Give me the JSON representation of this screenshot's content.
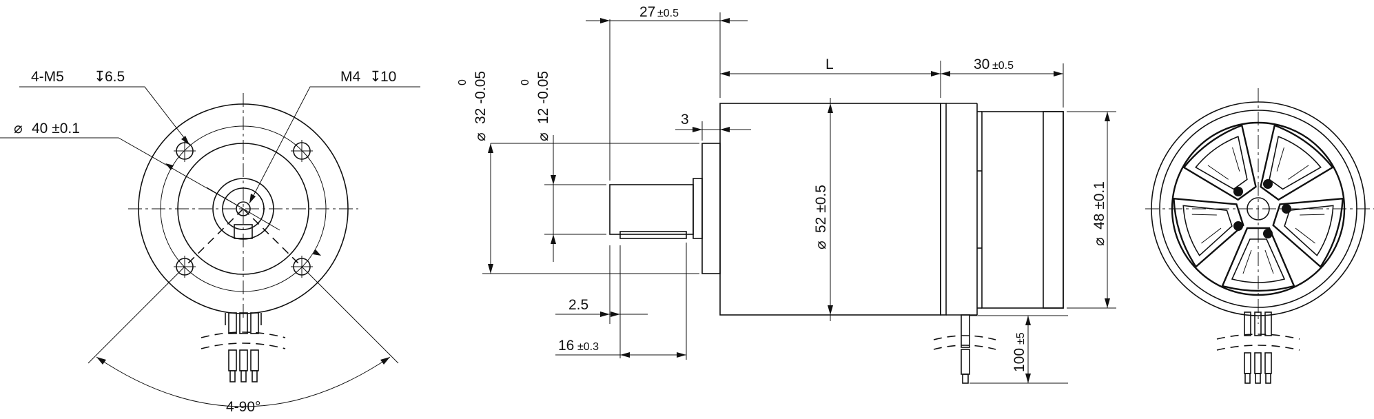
{
  "labels": {
    "mounting_holes": "4-M5",
    "mounting_depth": "6.5",
    "shaft_thread": "M4",
    "shaft_thread_depth": "10",
    "bolt_circle": "40 ±0.1",
    "angle": "4-90°",
    "shaft_protrusion": "27",
    "shaft_protrusion_tol": "±0.5",
    "length": "L",
    "encoder_length": "30",
    "encoder_length_tol": "±0.5",
    "step": "3",
    "pilot_diameter_upper": "0",
    "pilot_diameter": "32 -0.05",
    "shaft_diameter_upper": "0",
    "shaft_diameter": "12 -0.05",
    "body_diameter": "52 ±0.5",
    "encoder_diameter": "48 ±0.1",
    "key_offset": "2.5",
    "key_length": "16",
    "key_length_tol": "±0.3",
    "lead_length": "100",
    "lead_length_tol": "±5"
  },
  "symbols": {
    "diameter": "⌀",
    "depth": "↧"
  }
}
